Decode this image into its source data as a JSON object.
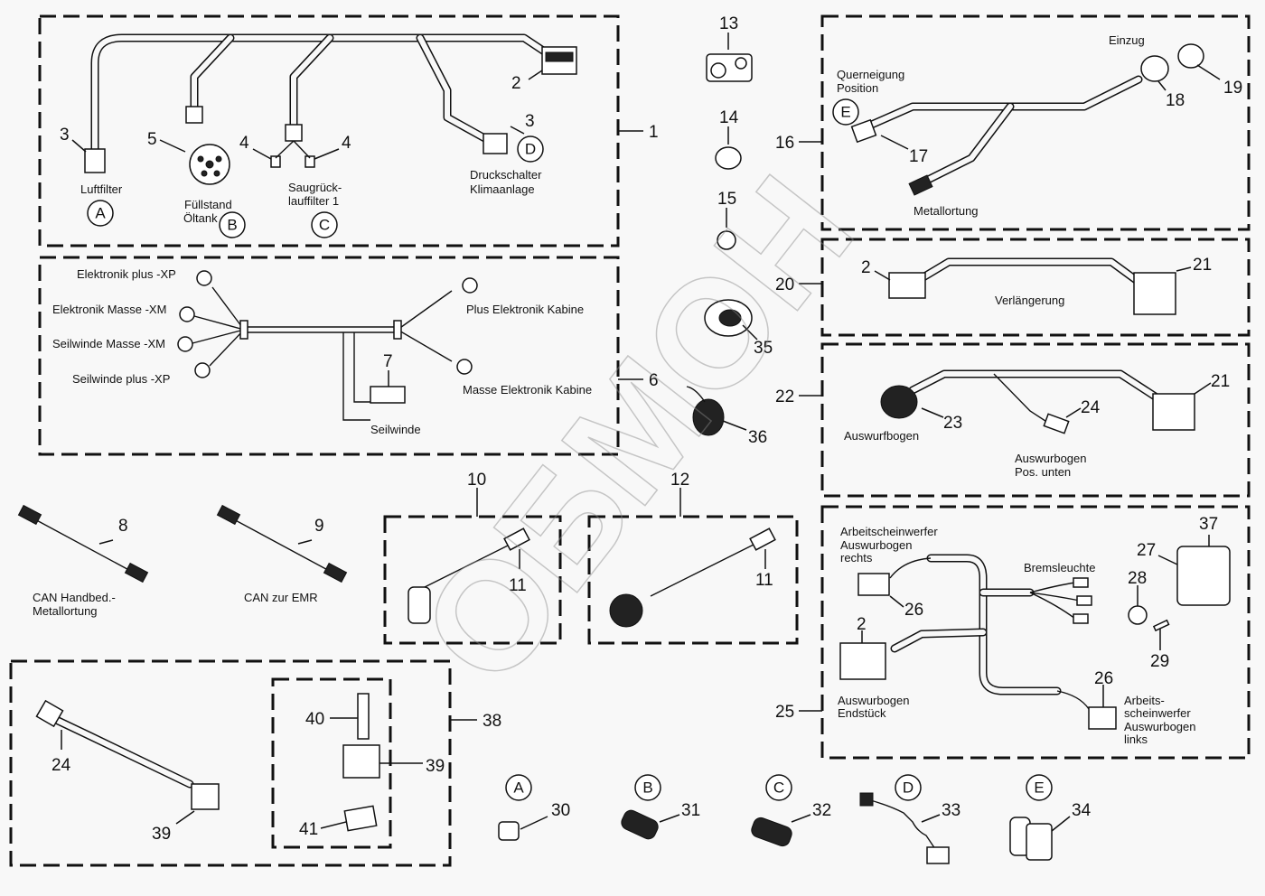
{
  "diagram": {
    "groups": [
      {
        "id": "1",
        "items": [
          "2",
          "3",
          "3",
          "4",
          "4",
          "5"
        ],
        "labels": [
          "Luftfilter",
          "Füllstand",
          "Öltank",
          "Saugrück-",
          "lauffilter 1",
          "Druckschalter",
          "Klimaanlage"
        ]
      },
      {
        "id": "6",
        "items": [
          "7"
        ],
        "labels": [
          "Elektronik plus -XP",
          "Elektronik Masse -XM",
          "Seilwinde Masse -XM",
          "Seilwinde plus -XP",
          "Plus Elektronik Kabine",
          "Masse Elektronik Kabine",
          "Seilwinde"
        ]
      },
      {
        "id": "16",
        "items": [
          "17",
          "18",
          "19"
        ],
        "labels": [
          "Einzug",
          "Querneigung",
          "Position",
          "Metallortung"
        ]
      },
      {
        "id": "20",
        "items": [
          "2",
          "21"
        ],
        "labels": [
          "Verlängerung"
        ]
      },
      {
        "id": "22",
        "items": [
          "21",
          "23",
          "24"
        ],
        "labels": [
          "Auswurfbogen",
          "Auswurbogen",
          "Pos. unten"
        ]
      },
      {
        "id": "25",
        "items": [
          "2",
          "26",
          "26",
          "27",
          "28",
          "29",
          "37"
        ],
        "labels": [
          "Arbeitscheinwerfer",
          "Auswurbogen",
          "rechts",
          "Bremsleuchte",
          "Auswurbogen",
          "Endstück",
          "Arbeits-",
          "scheinwerfer",
          "Auswurbogen",
          "links"
        ]
      },
      {
        "id": "10",
        "items": [
          "11"
        ],
        "labels": []
      },
      {
        "id": "12",
        "items": [
          "11"
        ],
        "labels": []
      },
      {
        "id": "38",
        "items": [
          "24",
          "39",
          "39",
          "40",
          "41"
        ],
        "labels": []
      }
    ],
    "refs": {
      "A": "A",
      "B": "B",
      "C": "C",
      "D": "D",
      "E": "E"
    },
    "loose_parts": [
      {
        "num": "8",
        "label1": "CAN Handbed.-",
        "label2": "Metallortung"
      },
      {
        "num": "9",
        "label1": "CAN zur EMR",
        "label2": ""
      },
      {
        "num": "13"
      },
      {
        "num": "14"
      },
      {
        "num": "15"
      },
      {
        "num": "35"
      },
      {
        "num": "36"
      },
      {
        "num": "30",
        "ref": "A"
      },
      {
        "num": "31",
        "ref": "B"
      },
      {
        "num": "32",
        "ref": "C"
      },
      {
        "num": "33",
        "ref": "D"
      },
      {
        "num": "34",
        "ref": "E"
      }
    ],
    "watermark": "ОБМОН"
  }
}
